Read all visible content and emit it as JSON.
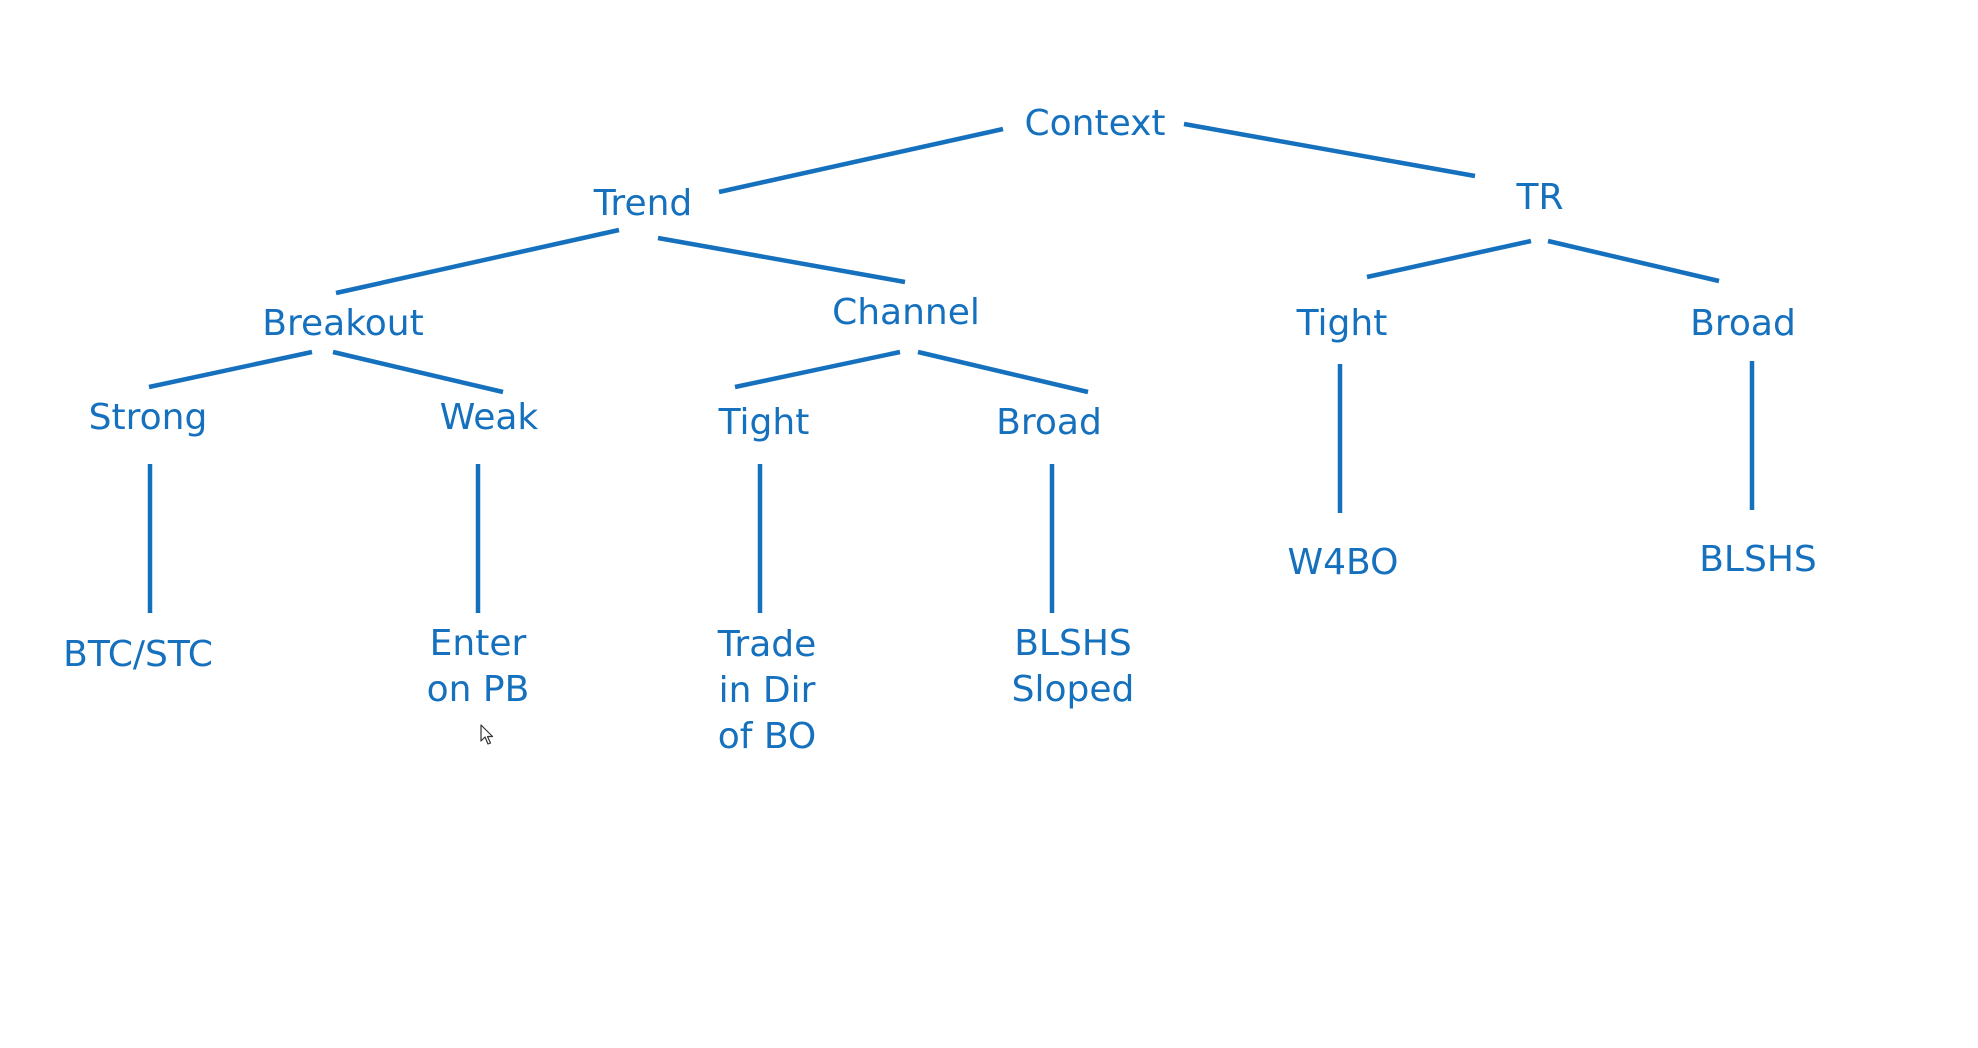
{
  "diagram": {
    "title": "",
    "accent_color": "#1570BD",
    "nodes": [
      {
        "id": "context",
        "lines": [
          "Context"
        ]
      },
      {
        "id": "trend",
        "lines": [
          "Trend"
        ]
      },
      {
        "id": "tr",
        "lines": [
          "TR"
        ]
      },
      {
        "id": "breakout",
        "lines": [
          "Breakout"
        ]
      },
      {
        "id": "channel",
        "lines": [
          "Channel"
        ]
      },
      {
        "id": "tr-tight",
        "lines": [
          "Tight"
        ]
      },
      {
        "id": "tr-broad",
        "lines": [
          "Broad"
        ]
      },
      {
        "id": "strong",
        "lines": [
          "Strong"
        ]
      },
      {
        "id": "weak",
        "lines": [
          "Weak"
        ]
      },
      {
        "id": "channel-tight",
        "lines": [
          "Tight"
        ]
      },
      {
        "id": "channel-broad",
        "lines": [
          "Broad"
        ]
      },
      {
        "id": "btc-stc",
        "lines": [
          "BTC/STC"
        ]
      },
      {
        "id": "enter-on-pb",
        "lines": [
          "Enter",
          "on PB"
        ]
      },
      {
        "id": "trade-in-dir",
        "lines": [
          "Trade",
          "in Dir",
          "of BO"
        ]
      },
      {
        "id": "blshs-sloped",
        "lines": [
          "BLSHS",
          "Sloped"
        ]
      },
      {
        "id": "w4bo",
        "lines": [
          "W4BO"
        ]
      },
      {
        "id": "blshs",
        "lines": [
          "BLSHS"
        ]
      }
    ],
    "edges": [
      {
        "from": "context",
        "to": "trend"
      },
      {
        "from": "context",
        "to": "tr"
      },
      {
        "from": "trend",
        "to": "breakout"
      },
      {
        "from": "trend",
        "to": "channel"
      },
      {
        "from": "tr",
        "to": "tr-tight"
      },
      {
        "from": "tr",
        "to": "tr-broad"
      },
      {
        "from": "breakout",
        "to": "strong"
      },
      {
        "from": "breakout",
        "to": "weak"
      },
      {
        "from": "channel",
        "to": "channel-tight"
      },
      {
        "from": "channel",
        "to": "channel-broad"
      },
      {
        "from": "strong",
        "to": "btc-stc"
      },
      {
        "from": "weak",
        "to": "enter-on-pb"
      },
      {
        "from": "channel-tight",
        "to": "trade-in-dir"
      },
      {
        "from": "channel-broad",
        "to": "blshs-sloped"
      },
      {
        "from": "tr-tight",
        "to": "w4bo"
      },
      {
        "from": "tr-broad",
        "to": "blshs"
      }
    ]
  }
}
